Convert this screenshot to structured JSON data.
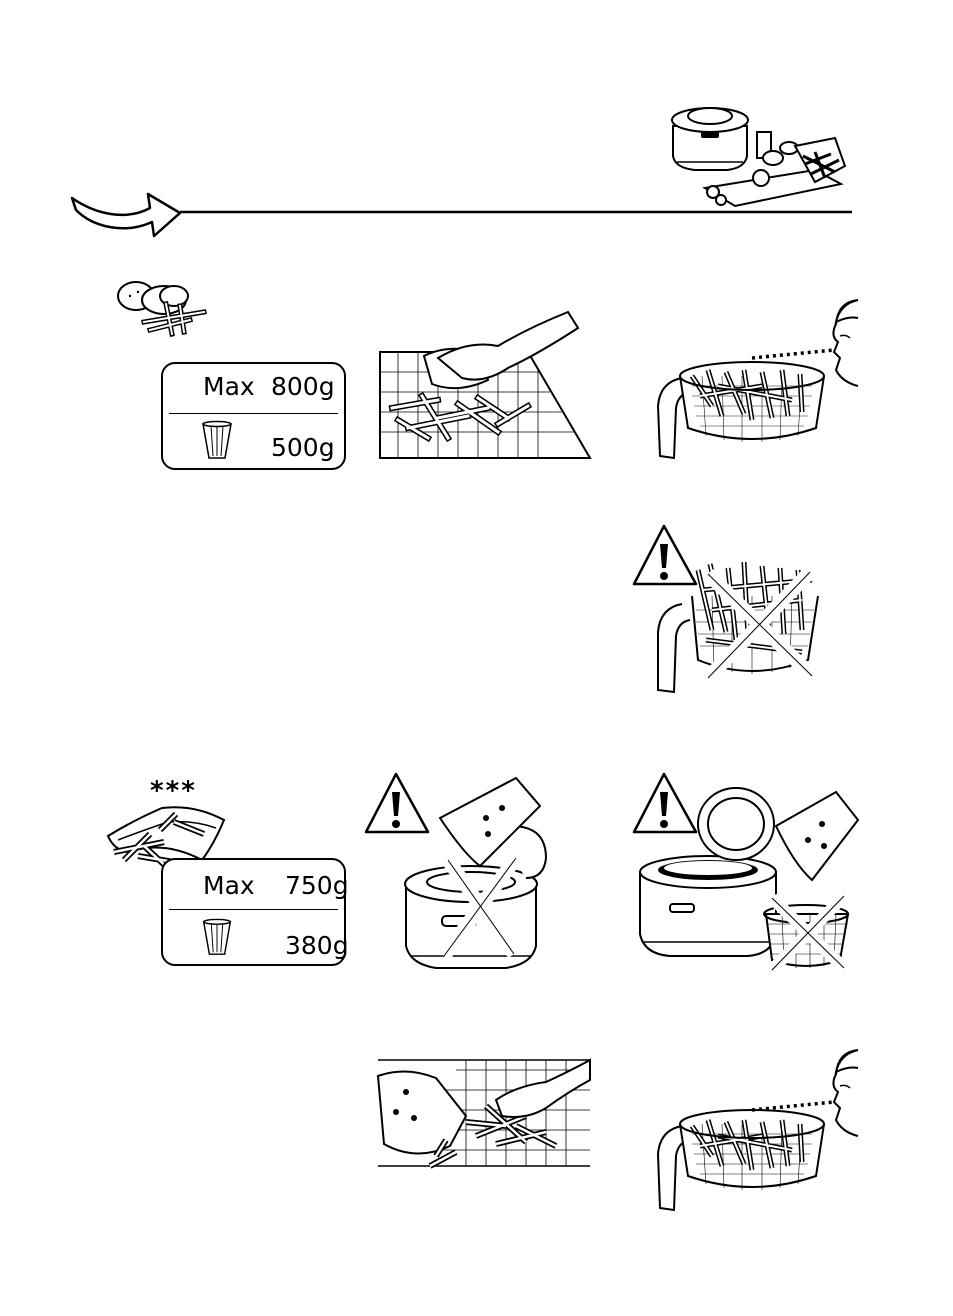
{
  "header": {
    "arrow_icon": "right-arrow-icon",
    "appliance_icon": "fryer-with-ingredients-icon"
  },
  "fresh_fries": {
    "icon": "potato-and-fries-icon",
    "max_label": "Max",
    "max_value": "800g",
    "bowl_value": "500g",
    "bowl_icon": "measuring-cup-icon"
  },
  "frozen_fries": {
    "icon": "frozen-fries-bag-icon",
    "stars": "***",
    "max_label": "Max",
    "max_value": "750g",
    "bowl_value": "380g",
    "bowl_icon": "measuring-cup-icon"
  },
  "illustrations": [
    "drying-fries-with-towel",
    "basket-filled-level-check",
    "warning-overfilled-basket",
    "warning-do-not-pour-into-fryer",
    "warning-do-not-pour-over-fryer",
    "spreading-frozen-fries",
    "basket-frozen-level-check"
  ],
  "warning_icon": "warning-triangle-icon"
}
